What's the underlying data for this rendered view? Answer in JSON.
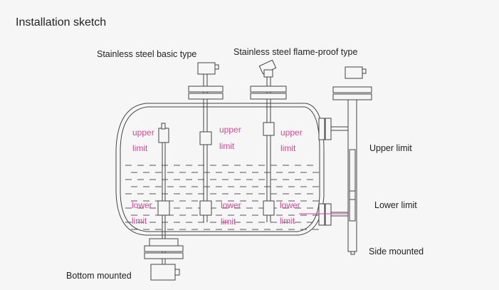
{
  "title": "Installation sketch",
  "labels": {
    "basic_type": "Stainless steel  basic type",
    "flame_proof_type": "Stainless steel flame-proof type",
    "upper_limit": "Upper limit",
    "lower_limit": "Lower limit",
    "side_mounted": "Side mounted",
    "bottom_mounted": "Bottom mounted"
  },
  "tank_marks": {
    "upper": "upper",
    "limit": "limit",
    "lower": "lower"
  },
  "colors": {
    "mark": "#d4479a",
    "line": "#444444",
    "background": "#f6f6f6"
  }
}
